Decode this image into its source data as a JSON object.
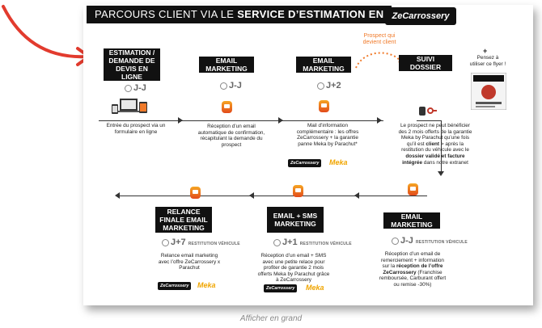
{
  "title_prefix": "PARCOURS CLIENT VIA LE ",
  "title_bold": "SERVICE D’ESTIMATION EN LIGNE",
  "logo_text": "ZeCarrossery",
  "colors": {
    "accent": "#f07a2a",
    "red_arrow": "#e23b2e",
    "dark": "#111111",
    "meka": "#f0a500"
  },
  "steps": {
    "s1": {
      "title": "ESTIMATION / DEMANDE DE DEVIS EN LIGNE",
      "time": "J-J",
      "desc": "Entrée du prospect via un formulaire en ligne"
    },
    "s2": {
      "title": "EMAIL MARKETING",
      "time": "J-J",
      "desc": "Réception d’un email automatique de confirmation, récapitulant la demande du prospect"
    },
    "s3": {
      "title": "EMAIL MARKETING",
      "time": "J+2",
      "desc": "Mail d’information complémentaire : les offres ZeCarrossery + la garantie panne Meka by Parachut*"
    },
    "s4": {
      "title": "SUIVI DOSSIER",
      "desc_a": "Le prospect ne peut bénéficier des 2 mois offerts de la garantie Meka by Parachut qu’une fois qu’il est ",
      "desc_client": "client",
      "desc_b": " > après la restitution du véhicule avec le ",
      "desc_bold": "dossier validé et facture intégrée",
      "desc_c": " dans notre extranet"
    },
    "s5": {
      "title": "EMAIL MARKETING",
      "time": "J-J",
      "time_sub": "RESTITUTION VÉHICULE",
      "desc_a": "Réception d’un email de remerciement + information sur la ",
      "desc_bold": "réception de l’offre ZeCarrossery",
      "desc_b": " (Franchise remboursée, Carburant offert ou remise -30%)"
    },
    "s6": {
      "title": "EMAIL + SMS MARKETING",
      "time": "J+1",
      "time_sub": "RESTITUTION VÉHICULE",
      "desc": "Réception d’un email + SMS avec une petite relace pour profiter de garantie 2 mois offerts Meka by Parachut grâce à ZeCarrossery"
    },
    "s7": {
      "title": "RELANCE FINALE EMAIL MARKETING",
      "time": "J+7",
      "time_sub": "RESTITUTION VÉHICULE",
      "desc": "Relance email marketing avec l’offre ZeCarrossery x Parachut"
    }
  },
  "prospect_label": "Prospect qui devient client",
  "flyer_label": "Pensez à utiliser ce flyer !",
  "flyer_plus": "+",
  "meka_label": "Meka",
  "mini_logo": "ZeCarrossery",
  "caption": "Afficher en grand"
}
